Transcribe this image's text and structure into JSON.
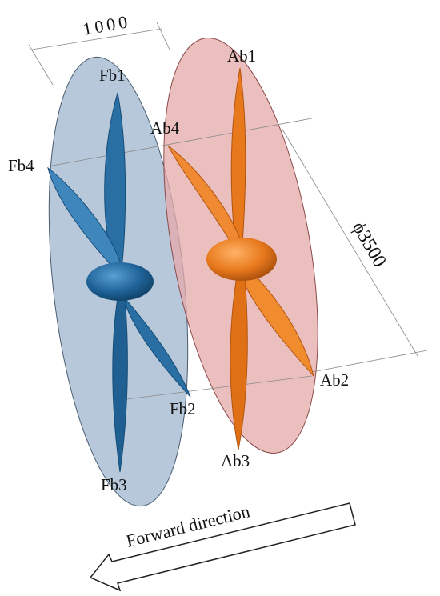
{
  "labels": {
    "fore_blades": [
      "Fb1",
      "Fb2",
      "Fb3",
      "Fb4"
    ],
    "aft_blades": [
      "Ab1",
      "Ab2",
      "Ab3",
      "Ab4"
    ]
  },
  "dimensions": {
    "spacing": "1000",
    "diameter": "ϕ3500"
  },
  "direction_label": "Forward direction",
  "colors": {
    "fore_disk": "#9fb5cf",
    "fore_blade": "#2a6fa3",
    "fore_blade_dark": "#154d78",
    "aft_disk": "#e6a9a9",
    "aft_blade": "#e7781c",
    "aft_blade_dark": "#b25410"
  }
}
